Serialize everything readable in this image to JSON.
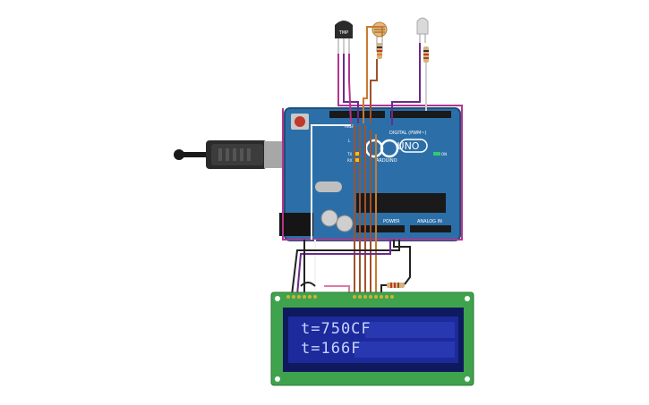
{
  "board": {
    "brand": "ARDUINO",
    "model": "UNO",
    "digital_label": "DIGITAL (PWM~)",
    "power_label": "POWER",
    "analog_label": "ANALOG IN",
    "aref_label": "AREF",
    "on_label": "ON",
    "tx_label": "TX",
    "rx_label": "RX",
    "l_label": "L"
  },
  "sensor": {
    "label": "TMP"
  },
  "lcd": {
    "line1": "t=750CF",
    "line2": "t=166F"
  },
  "colors": {
    "board": "#2c6fa8",
    "board_border": "#1e4f7a",
    "lcd_pcb": "#3fa34d",
    "lcd_screen": "#1c2a9c",
    "wire_magenta": "#b4358d",
    "wire_purple": "#6a2b8c",
    "wire_brown": "#a0522d",
    "wire_orange": "#c77b30",
    "wire_black": "#222222",
    "wire_white": "#f4f4f4"
  }
}
